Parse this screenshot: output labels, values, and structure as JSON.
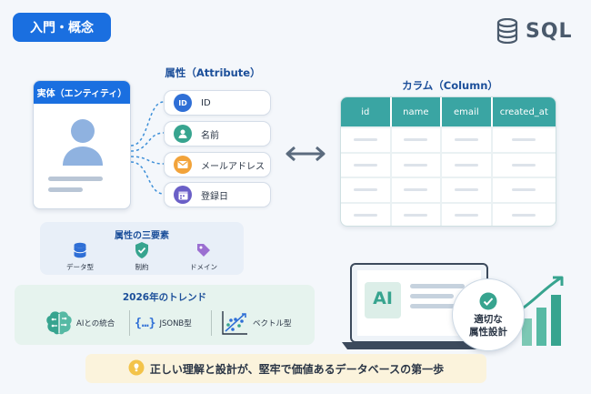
{
  "tag": "入門・概念",
  "logo": {
    "text": "SQL",
    "icon": "database-icon"
  },
  "entity": {
    "title": "実体（エンティティ）"
  },
  "attributes": {
    "title": "属性（Attribute）",
    "items": [
      {
        "label": "ID",
        "icon": "id-icon",
        "icon_text": "ID",
        "color": "#2f6fd6"
      },
      {
        "label": "名前",
        "icon": "person-icon",
        "color": "#37a48f"
      },
      {
        "label": "メールアドレス",
        "icon": "mail-icon",
        "color": "#f2a33a"
      },
      {
        "label": "登録日",
        "icon": "calendar-icon",
        "color": "#6a5fc7"
      }
    ]
  },
  "columns": {
    "title": "カラム（Column）",
    "headers": [
      "id",
      "name",
      "email",
      "created_at"
    ]
  },
  "elements": {
    "title": "属性の三要素",
    "items": [
      {
        "label": "データ型",
        "icon": "database-icon"
      },
      {
        "label": "制約",
        "icon": "shield-check-icon"
      },
      {
        "label": "ドメイン",
        "icon": "tag-icon"
      }
    ]
  },
  "trend": {
    "title": "2026年のトレンド",
    "items": [
      {
        "label": "AIとの統合",
        "icon": "brain-circuit-icon"
      },
      {
        "label": "JSONB型",
        "icon": "braces-icon",
        "icon_text": "{…}"
      },
      {
        "label": "ベクトル型",
        "icon": "vector-scatter-icon"
      }
    ]
  },
  "laptop": {
    "screen_text": "AI"
  },
  "badge": {
    "line1": "適切な",
    "line2": "属性設計"
  },
  "bottom": {
    "text": "正しい理解と設計が、堅牢で価値あるデータベースの第一歩",
    "icon": "lightbulb-icon"
  },
  "colors": {
    "primary": "#1a6fe0",
    "teal": "#3aa5a3",
    "arrow": "#5b6b7e"
  }
}
